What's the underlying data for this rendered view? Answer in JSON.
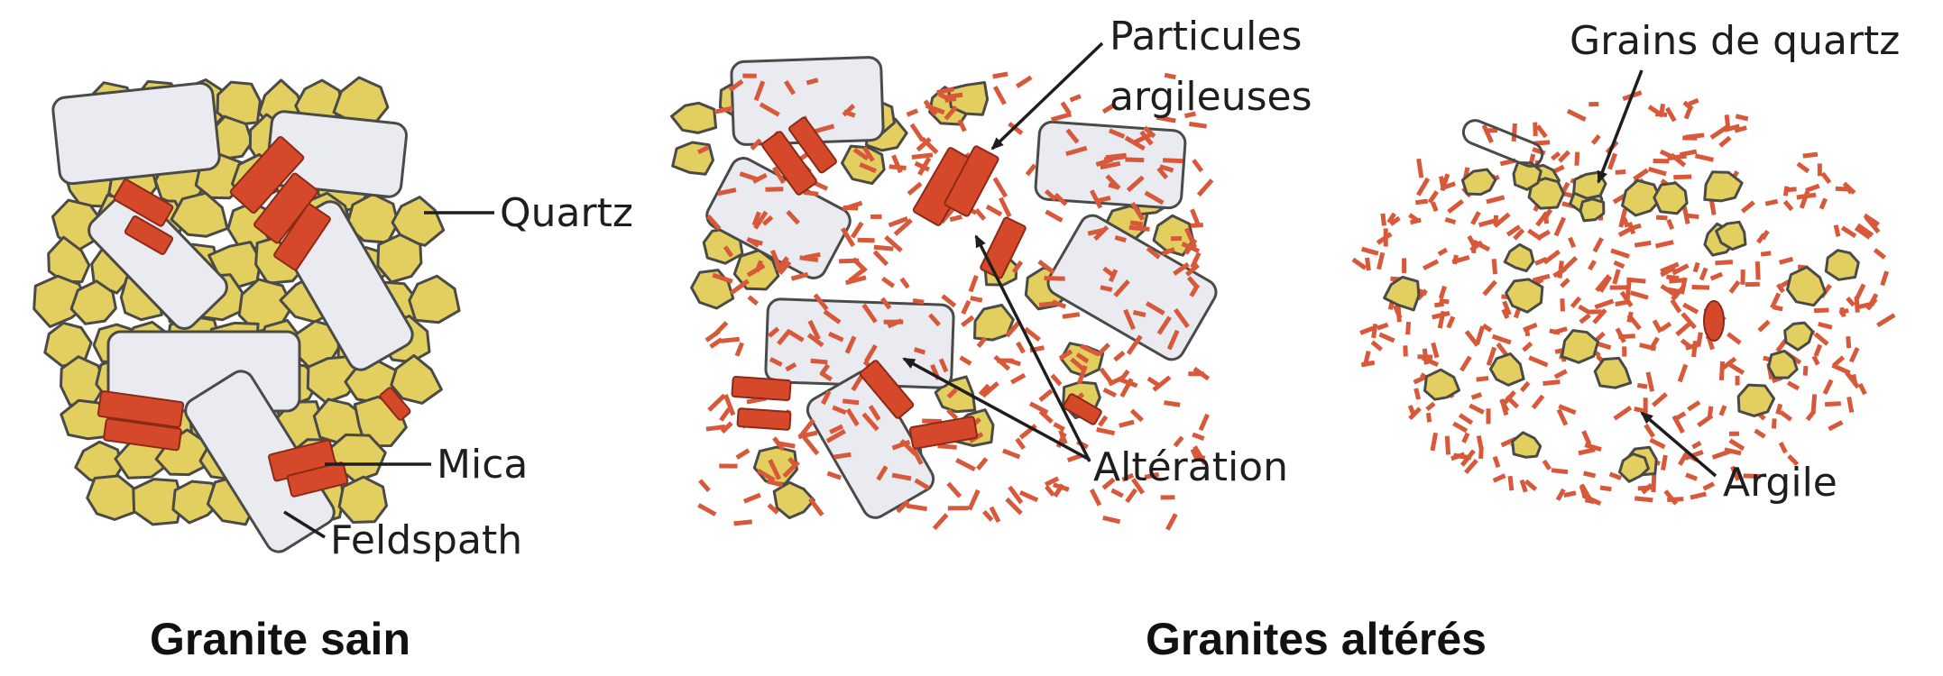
{
  "labels": {
    "quartz": "Quartz",
    "mica": "Mica",
    "feldspath": "Feldspath",
    "particules_line1": "Particules",
    "particules_line2": "argileuses",
    "alteration": "Altération",
    "grains_quartz": "Grains de quartz",
    "argile": "Argile"
  },
  "captions": {
    "granite_sain": "Granite sain",
    "granites_alteres": "Granites altérés"
  },
  "colors": {
    "quartz_fill": "#e3cf5f",
    "feldspar_fill": "#e9ebf1",
    "mica_fill": "#d6482a",
    "clay_mark": "#d8583a",
    "outline": "#4a4a48",
    "label_line": "#1e1e1e"
  }
}
